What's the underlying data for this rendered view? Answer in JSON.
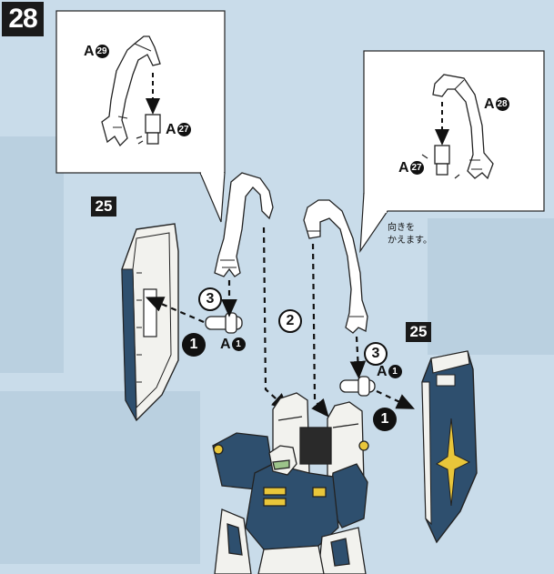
{
  "step": {
    "number": "28"
  },
  "part_tags": [
    "25",
    "25"
  ],
  "inset_left": {
    "parts": [
      {
        "letter": "A",
        "num": "29"
      },
      {
        "letter": "A",
        "num": "27"
      }
    ]
  },
  "inset_right": {
    "parts": [
      {
        "letter": "A",
        "num": "28"
      },
      {
        "letter": "A",
        "num": "27"
      }
    ]
  },
  "note": {
    "line1": "向きを",
    "line2": "かえます。"
  },
  "order_marks": {
    "left_three": "3",
    "left_one": "1",
    "center_two": "2",
    "right_three": "3",
    "right_one": "1"
  },
  "joint_parts": [
    {
      "letter": "A",
      "num": "1"
    },
    {
      "letter": "A",
      "num": "1"
    }
  ],
  "colors": {
    "background": "#c9dcea",
    "armor_navy": "#2e4f6e",
    "armor_white": "#f2f2ee",
    "accent_yellow": "#e9c63a",
    "face_green": "#9cc38a"
  }
}
